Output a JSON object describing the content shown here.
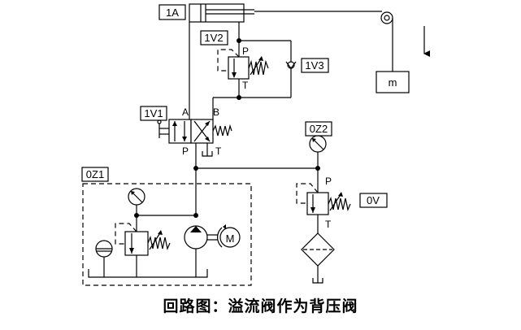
{
  "diagram": {
    "title": "回路图：溢流阀作为背压阀",
    "components": {
      "cylinder": {
        "tag": "1A"
      },
      "directional_valve": {
        "tag": "1V1",
        "ports": {
          "a": "A",
          "b": "B",
          "p": "P",
          "t": "T"
        }
      },
      "relief_valve_back_pressure": {
        "tag": "1V2",
        "ports": {
          "p": "P",
          "t": "T"
        }
      },
      "check_valve": {
        "tag": "1V3"
      },
      "power_unit": {
        "tag": "0Z1",
        "motor_label": "M"
      },
      "pressure_gauge": {
        "tag": "0Z2"
      },
      "relief_valve_main": {
        "tag": "0V",
        "ports": {
          "p": "P",
          "t": "T"
        }
      },
      "mass": {
        "label": "m"
      }
    }
  }
}
